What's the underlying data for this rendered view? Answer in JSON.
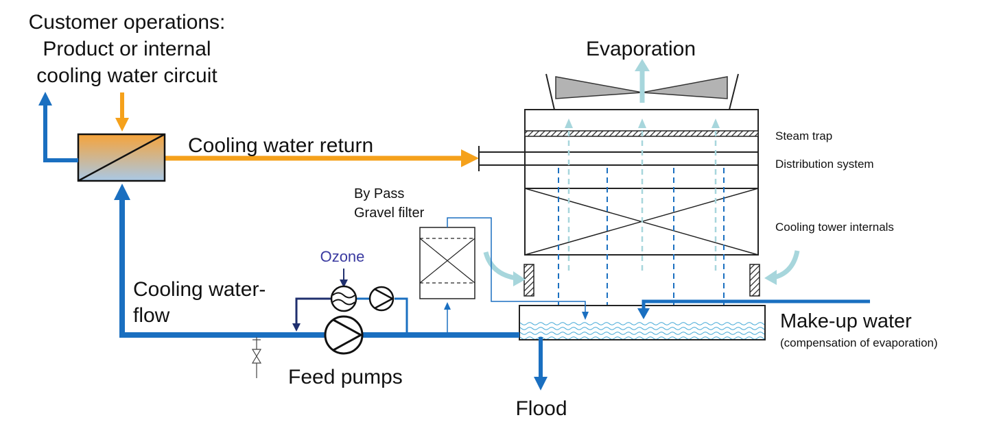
{
  "labels": {
    "customer_ops_line1": "Customer operations:",
    "customer_ops_line2": "Product or internal",
    "customer_ops_line3": "cooling water circuit",
    "evaporation": "Evaporation",
    "cooling_water_return": "Cooling water return",
    "steam_trap": "Steam trap",
    "distribution_system": "Distribution system",
    "bypass_line1": "By Pass",
    "bypass_line2": "Gravel filter",
    "cooling_tower_internals": "Cooling tower internals",
    "ozone": "Ozone",
    "cooling_water_flow_line1": "Cooling water-",
    "cooling_water_flow_line2": "flow",
    "make_up_water": "Make-up water",
    "make_up_note": "(compensation of evaporation)",
    "feed_pumps": "Feed pumps",
    "flood": "Flood"
  },
  "colors": {
    "water_blue": "#1a6fc0",
    "return_orange": "#f5a11b",
    "light_cyan": "#a7d6dc",
    "ozone_navy": "#1f2f6e",
    "fan_gray": "#b3b3b3",
    "line_dark": "#222222"
  }
}
